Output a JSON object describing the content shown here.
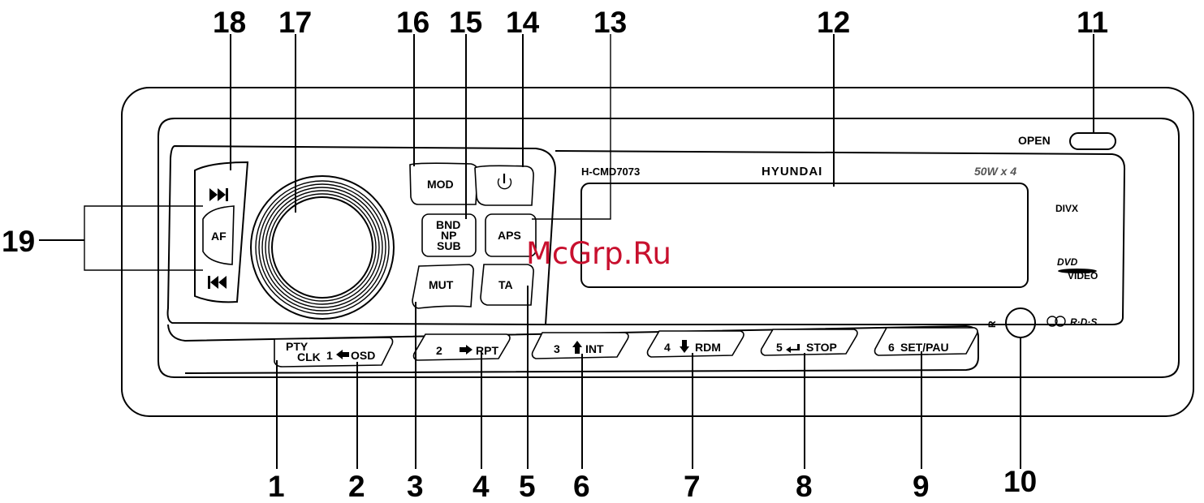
{
  "callouts": {
    "c1": "1",
    "c2": "2",
    "c3": "3",
    "c4": "4",
    "c5": "5",
    "c6": "6",
    "c7": "7",
    "c8": "8",
    "c9": "9",
    "c10": "10",
    "c11": "11",
    "c12": "12",
    "c13": "13",
    "c14": "14",
    "c15": "15",
    "c16": "16",
    "c17": "17",
    "c18": "18",
    "c19": "19"
  },
  "panel": {
    "open_label": "OPEN",
    "model": "H-CMD7073",
    "brand": "HYUNDAI",
    "power": "50W x 4",
    "divx_logo": "DIVX",
    "dvd_logo": "DVD",
    "dvd_sub": "VIDEO",
    "rds_logo": "R·D·S",
    "ir_label": "R"
  },
  "buttons": {
    "mod": "MOD",
    "power_icon": "power-icon",
    "bnd": "BND",
    "np": "NP",
    "sub": "SUB",
    "aps": "APS",
    "mut": "MUT",
    "ta": "TA",
    "af": "AF",
    "preset1_top": "PTY",
    "preset1_clk": "CLK",
    "preset1_num": "1",
    "preset1_fn": "OSD",
    "preset2_num": "2",
    "preset2_fn": "RPT",
    "preset3_num": "3",
    "preset3_fn": "INT",
    "preset4_num": "4",
    "preset4_fn": "RDM",
    "preset5_num": "5",
    "preset5_fn": "STOP",
    "preset6_num": "6",
    "preset6_fn": "SET/PAU"
  },
  "watermark": "McGrp.Ru"
}
